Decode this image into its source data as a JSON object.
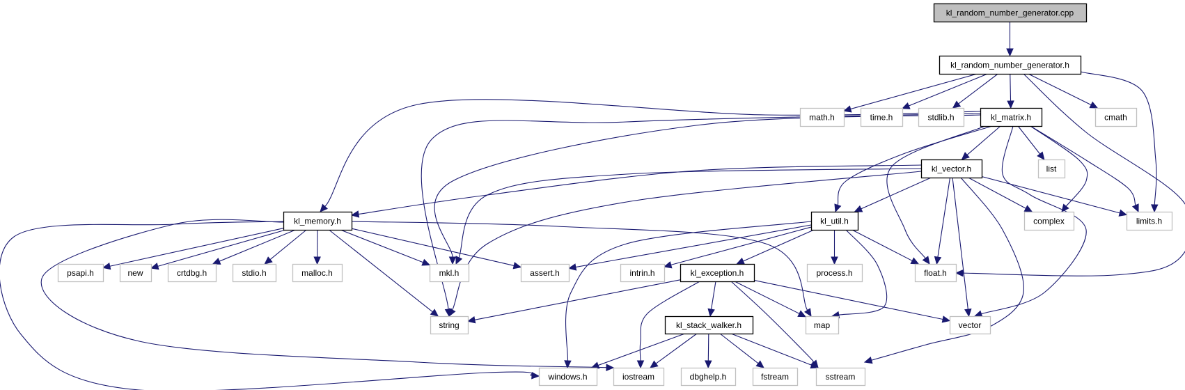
{
  "title": "kl_random_number_generator.cpp include dependency graph",
  "colors": {
    "edge": "#191970",
    "root_fill": "#bfbfbf",
    "root_stroke": "#000000",
    "documented_stroke": "#000000",
    "external_stroke": "#c0c0c0",
    "node_fill": "#ffffff"
  },
  "nodes": [
    {
      "id": "cpp",
      "label": "kl_random_number_generator.cpp",
      "kind": "root"
    },
    {
      "id": "rng",
      "label": "kl_random_number_generator.h",
      "kind": "documented"
    },
    {
      "id": "math",
      "label": "math.h",
      "kind": "external"
    },
    {
      "id": "time",
      "label": "time.h",
      "kind": "external"
    },
    {
      "id": "stdlib",
      "label": "stdlib.h",
      "kind": "external"
    },
    {
      "id": "matrix",
      "label": "kl_matrix.h",
      "kind": "documented"
    },
    {
      "id": "cmath",
      "label": "cmath",
      "kind": "external"
    },
    {
      "id": "vectorh",
      "label": "kl_vector.h",
      "kind": "documented"
    },
    {
      "id": "list",
      "label": "list",
      "kind": "external"
    },
    {
      "id": "memory",
      "label": "kl_memory.h",
      "kind": "documented"
    },
    {
      "id": "util",
      "label": "kl_util.h",
      "kind": "documented"
    },
    {
      "id": "complex",
      "label": "complex",
      "kind": "external"
    },
    {
      "id": "limits",
      "label": "limits.h",
      "kind": "external"
    },
    {
      "id": "psapi",
      "label": "psapi.h",
      "kind": "external"
    },
    {
      "id": "new",
      "label": "new",
      "kind": "external"
    },
    {
      "id": "crtdbg",
      "label": "crtdbg.h",
      "kind": "external"
    },
    {
      "id": "stdio",
      "label": "stdio.h",
      "kind": "external"
    },
    {
      "id": "malloc",
      "label": "malloc.h",
      "kind": "external"
    },
    {
      "id": "mkl",
      "label": "mkl.h",
      "kind": "external"
    },
    {
      "id": "assert",
      "label": "assert.h",
      "kind": "external"
    },
    {
      "id": "intrin",
      "label": "intrin.h",
      "kind": "external"
    },
    {
      "id": "exception",
      "label": "kl_exception.h",
      "kind": "documented"
    },
    {
      "id": "process",
      "label": "process.h",
      "kind": "external"
    },
    {
      "id": "float",
      "label": "float.h",
      "kind": "external"
    },
    {
      "id": "string",
      "label": "string",
      "kind": "external"
    },
    {
      "id": "stackwalker",
      "label": "kl_stack_walker.h",
      "kind": "documented"
    },
    {
      "id": "map",
      "label": "map",
      "kind": "external"
    },
    {
      "id": "vector",
      "label": "vector",
      "kind": "external"
    },
    {
      "id": "windows",
      "label": "windows.h",
      "kind": "external"
    },
    {
      "id": "iostream",
      "label": "iostream",
      "kind": "external"
    },
    {
      "id": "dbghelp",
      "label": "dbghelp.h",
      "kind": "external"
    },
    {
      "id": "fstream",
      "label": "fstream",
      "kind": "external"
    },
    {
      "id": "sstream",
      "label": "sstream",
      "kind": "external"
    }
  ],
  "edges": [
    [
      "cpp",
      "rng"
    ],
    [
      "rng",
      "math"
    ],
    [
      "rng",
      "time"
    ],
    [
      "rng",
      "stdlib"
    ],
    [
      "rng",
      "matrix"
    ],
    [
      "rng",
      "cmath"
    ],
    [
      "rng",
      "limits"
    ],
    [
      "rng",
      "float"
    ],
    [
      "matrix",
      "memory"
    ],
    [
      "matrix",
      "string"
    ],
    [
      "matrix",
      "mkl"
    ],
    [
      "matrix",
      "vectorh"
    ],
    [
      "matrix",
      "list"
    ],
    [
      "matrix",
      "util"
    ],
    [
      "matrix",
      "float"
    ],
    [
      "matrix",
      "complex"
    ],
    [
      "matrix",
      "limits"
    ],
    [
      "matrix",
      "vector"
    ],
    [
      "vectorh",
      "memory"
    ],
    [
      "vectorh",
      "mkl"
    ],
    [
      "vectorh",
      "string"
    ],
    [
      "vectorh",
      "util"
    ],
    [
      "vectorh",
      "float"
    ],
    [
      "vectorh",
      "complex"
    ],
    [
      "vectorh",
      "limits"
    ],
    [
      "vectorh",
      "vector"
    ],
    [
      "vectorh",
      "sstream"
    ],
    [
      "util",
      "windows"
    ],
    [
      "util",
      "assert"
    ],
    [
      "util",
      "intrin"
    ],
    [
      "util",
      "exception"
    ],
    [
      "util",
      "process"
    ],
    [
      "util",
      "float"
    ],
    [
      "util",
      "map"
    ],
    [
      "memory",
      "psapi"
    ],
    [
      "memory",
      "new"
    ],
    [
      "memory",
      "crtdbg"
    ],
    [
      "memory",
      "stdio"
    ],
    [
      "memory",
      "malloc"
    ],
    [
      "memory",
      "mkl"
    ],
    [
      "memory",
      "assert"
    ],
    [
      "memory",
      "string"
    ],
    [
      "memory",
      "map"
    ],
    [
      "memory",
      "windows"
    ],
    [
      "memory",
      "iostream"
    ],
    [
      "exception",
      "string"
    ],
    [
      "exception",
      "stackwalker"
    ],
    [
      "exception",
      "iostream"
    ],
    [
      "exception",
      "map"
    ],
    [
      "exception",
      "vector"
    ],
    [
      "exception",
      "sstream"
    ],
    [
      "stackwalker",
      "windows"
    ],
    [
      "stackwalker",
      "iostream"
    ],
    [
      "stackwalker",
      "dbghelp"
    ],
    [
      "stackwalker",
      "fstream"
    ],
    [
      "stackwalker",
      "sstream"
    ]
  ]
}
